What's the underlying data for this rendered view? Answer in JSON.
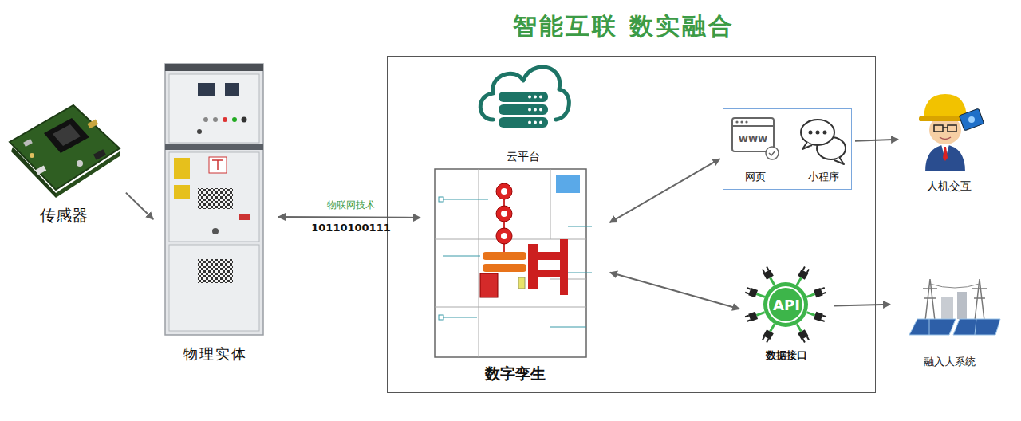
{
  "diagram": {
    "nodes": [
      {
        "text": [
          "传感器"
        ]
      },
      {
        "text": [
          "物理实体"
        ]
      },
      {
        "text": [
          "智能互联 数实融合"
        ]
      },
      {
        "text": [
          "云平台"
        ],
        "in": 2
      },
      {
        "text": [
          "数字孪生"
        ],
        "in": 2
      },
      {
        "text": [
          "网页",
          "小程序"
        ],
        "in": 2
      },
      {
        "text": [
          "API",
          "数据接口"
        ],
        "in": 2
      },
      {
        "text": [
          "人机交互"
        ]
      },
      {
        "text": [
          "融入大系统"
        ]
      }
    ],
    "edges": [
      {
        "from": 0,
        "to": 1,
        "arrow": "to"
      },
      {
        "from": 1,
        "to": 4,
        "arrow": "both",
        "label": "物联网技术"
      },
      {
        "from": 4,
        "to": 5,
        "arrow": "both"
      },
      {
        "from": 4,
        "to": 6,
        "arrow": "both"
      },
      {
        "from": 5,
        "to": 7,
        "arrow": "to"
      },
      {
        "from": 6,
        "to": 8,
        "arrow": "to"
      }
    ],
    "labels": [
      "10110100111",
      "WWW"
    ]
  }
}
